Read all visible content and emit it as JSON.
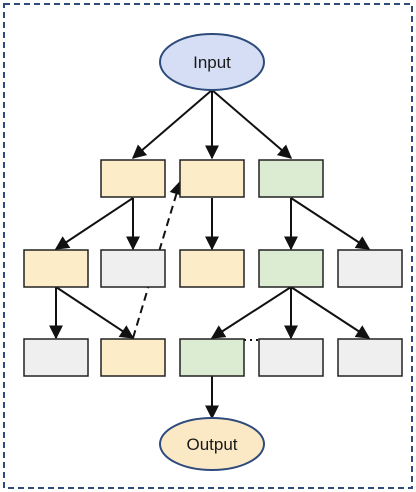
{
  "diagram": {
    "input_label": "Input",
    "output_label": "Output",
    "colors": {
      "input_fill": "#d5def5",
      "input_stroke": "#2f4b7c",
      "output_fill": "#fbe9c6",
      "output_stroke": "#2f4b7c",
      "yellow_node": "#fdecc8",
      "green_node": "#dcecd2",
      "gray_node": "#efefef",
      "node_stroke": "#222222",
      "frame_stroke": "#2f4b7c"
    },
    "node_types": [
      "yellow",
      "yellow",
      "green",
      "yellow",
      "gray",
      "yellow",
      "green",
      "gray",
      "gray",
      "yellow",
      "green",
      "gray",
      "gray"
    ]
  }
}
